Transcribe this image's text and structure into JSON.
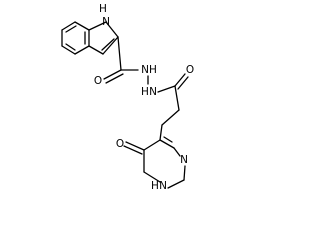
{
  "molecule": {
    "labels": {
      "indole_nh": "H",
      "indole_n": "N",
      "amide_o1": "O",
      "hydrazide_n1": "N",
      "hydrazide_h1": "H",
      "hydrazide_n2": "N",
      "hydrazide_h2": "H",
      "amide_o2": "O",
      "ketone_o": "O",
      "pyrimidine_nh_n": "N",
      "pyrimidine_nh_h": "H",
      "pyrimidine_n": "N"
    }
  }
}
